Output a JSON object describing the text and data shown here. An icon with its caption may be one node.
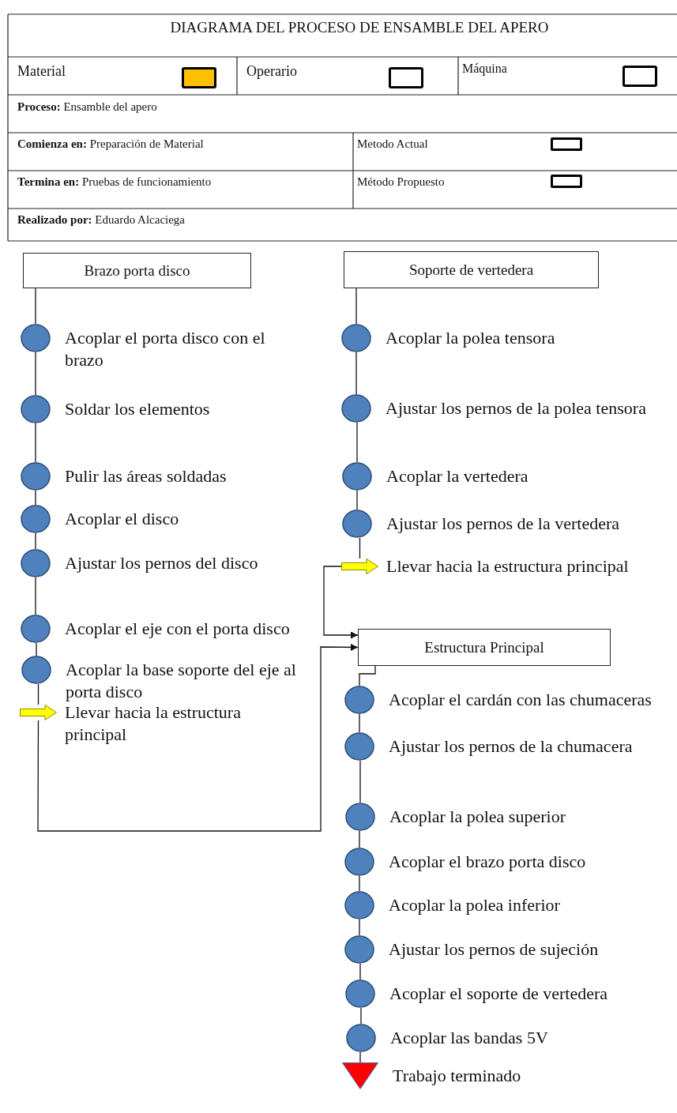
{
  "diagram": {
    "title": "DIAGRAMA DEL PROCESO DE ENSAMBLE DEL APERO",
    "nodes": [
      {
        "text": [
          "Brazo porta disco"
        ]
      },
      {
        "text": [],
        "shape": "circle",
        "beside": [
          "Acoplar el porta disco con el brazo"
        ]
      },
      {
        "text": [],
        "shape": "circle",
        "beside": [
          "Soldar los elementos"
        ]
      },
      {
        "text": [],
        "shape": "circle",
        "beside": [
          "Pulir las áreas soldadas"
        ]
      },
      {
        "text": [],
        "shape": "circle",
        "beside": [
          "Acoplar el disco"
        ]
      },
      {
        "text": [],
        "shape": "circle",
        "beside": [
          "Ajustar los pernos del disco"
        ]
      },
      {
        "text": [],
        "shape": "circle",
        "beside": [
          "Acoplar el eje con el porta disco"
        ]
      },
      {
        "text": [],
        "shape": "circle",
        "beside": [
          "Acoplar la base soporte del eje al porta disco"
        ]
      },
      {
        "text": [],
        "shape": "arrow",
        "beside": [
          "Llevar hacia la estructura principal"
        ]
      },
      {
        "text": [
          "Soporte de vertedera"
        ]
      },
      {
        "text": [],
        "shape": "circle",
        "beside": [
          "Acoplar la polea tensora"
        ]
      },
      {
        "text": [],
        "shape": "circle",
        "beside": [
          "Ajustar los pernos de la polea tensora"
        ]
      },
      {
        "text": [],
        "shape": "circle",
        "beside": [
          "Acoplar la vertedera"
        ]
      },
      {
        "text": [],
        "shape": "circle",
        "beside": [
          "Ajustar los pernos de la vertedera"
        ]
      },
      {
        "text": [],
        "shape": "arrow",
        "beside": [
          "Llevar hacia la estructura principal"
        ]
      },
      {
        "text": [
          "Estructura Principal"
        ]
      },
      {
        "text": [],
        "shape": "circle",
        "beside": [
          "Acoplar el cardán con las chumaceras"
        ]
      },
      {
        "text": [],
        "shape": "circle",
        "beside": [
          "Ajustar los pernos de la chumacera"
        ]
      },
      {
        "text": [],
        "shape": "circle",
        "beside": [
          "Acoplar la polea superior"
        ]
      },
      {
        "text": [],
        "shape": "circle",
        "beside": [
          "Acoplar el brazo porta disco"
        ]
      },
      {
        "text": [],
        "shape": "circle",
        "beside": [
          "Acoplar la polea inferior"
        ]
      },
      {
        "text": [],
        "shape": "circle",
        "beside": [
          "Ajustar los pernos de sujeción"
        ]
      },
      {
        "text": [],
        "shape": "circle",
        "beside": [
          "Acoplar el soporte de vertedera"
        ]
      },
      {
        "text": [],
        "shape": "circle",
        "beside": [
          "Acoplar las bandas 5V"
        ]
      },
      {
        "text": [],
        "shape": "triangle",
        "beside": [
          "Trabajo terminado"
        ]
      }
    ],
    "edges": [
      {
        "from": 0,
        "to": 1,
        "arrow": "none"
      },
      {
        "from": 1,
        "to": 2,
        "arrow": "none"
      },
      {
        "from": 2,
        "to": 3,
        "arrow": "none"
      },
      {
        "from": 3,
        "to": 4,
        "arrow": "none"
      },
      {
        "from": 4,
        "to": 5,
        "arrow": "none"
      },
      {
        "from": 5,
        "to": 6,
        "arrow": "none"
      },
      {
        "from": 6,
        "to": 7,
        "arrow": "none"
      },
      {
        "from": 7,
        "to": 8,
        "arrow": "none"
      },
      {
        "from": 8,
        "to": 15,
        "arrow": "to"
      },
      {
        "from": 9,
        "to": 10,
        "arrow": "none"
      },
      {
        "from": 10,
        "to": 11,
        "arrow": "none"
      },
      {
        "from": 11,
        "to": 12,
        "arrow": "none"
      },
      {
        "from": 12,
        "to": 13,
        "arrow": "none"
      },
      {
        "from": 13,
        "to": 14,
        "arrow": "none"
      },
      {
        "from": 14,
        "to": 15,
        "arrow": "to"
      },
      {
        "from": 15,
        "to": 16,
        "arrow": "none"
      },
      {
        "from": 16,
        "to": 17,
        "arrow": "none"
      },
      {
        "from": 17,
        "to": 18,
        "arrow": "none"
      },
      {
        "from": 18,
        "to": 19,
        "arrow": "none"
      },
      {
        "from": 19,
        "to": 20,
        "arrow": "none"
      },
      {
        "from": 20,
        "to": 21,
        "arrow": "none"
      },
      {
        "from": 21,
        "to": 22,
        "arrow": "none"
      },
      {
        "from": 22,
        "to": 23,
        "arrow": "none"
      },
      {
        "from": 23,
        "to": 24,
        "arrow": "none"
      }
    ],
    "labels": [
      "**Proceso:** Ensamble del apero",
      "**Comienza en:** Preparación de Material",
      "Metodo Actual",
      "**Termina en:** Pruebas de funcionamiento",
      "Método Propuesto",
      "**Realizado por:** Eduardo Alcaciega"
    ],
    "legend": [
      {
        "text": "Material",
        "color": "#ffc000"
      },
      {
        "text": "Operario"
      },
      {
        "text": "Máquina"
      }
    ]
  }
}
